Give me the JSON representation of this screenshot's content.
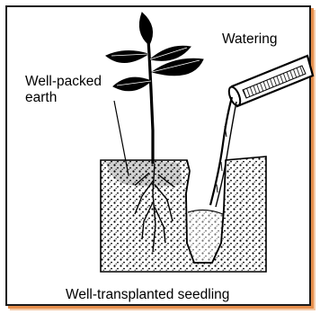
{
  "labels": {
    "watering": "Watering",
    "earth_line1": "Well-packed",
    "earth_line2": "earth",
    "caption": "Well-transplanted  seedling"
  },
  "colors": {
    "frame_border": "#1a1a1a",
    "frame_shadow": "#e68f4d",
    "ink": "#000000",
    "paper": "#ffffff"
  }
}
